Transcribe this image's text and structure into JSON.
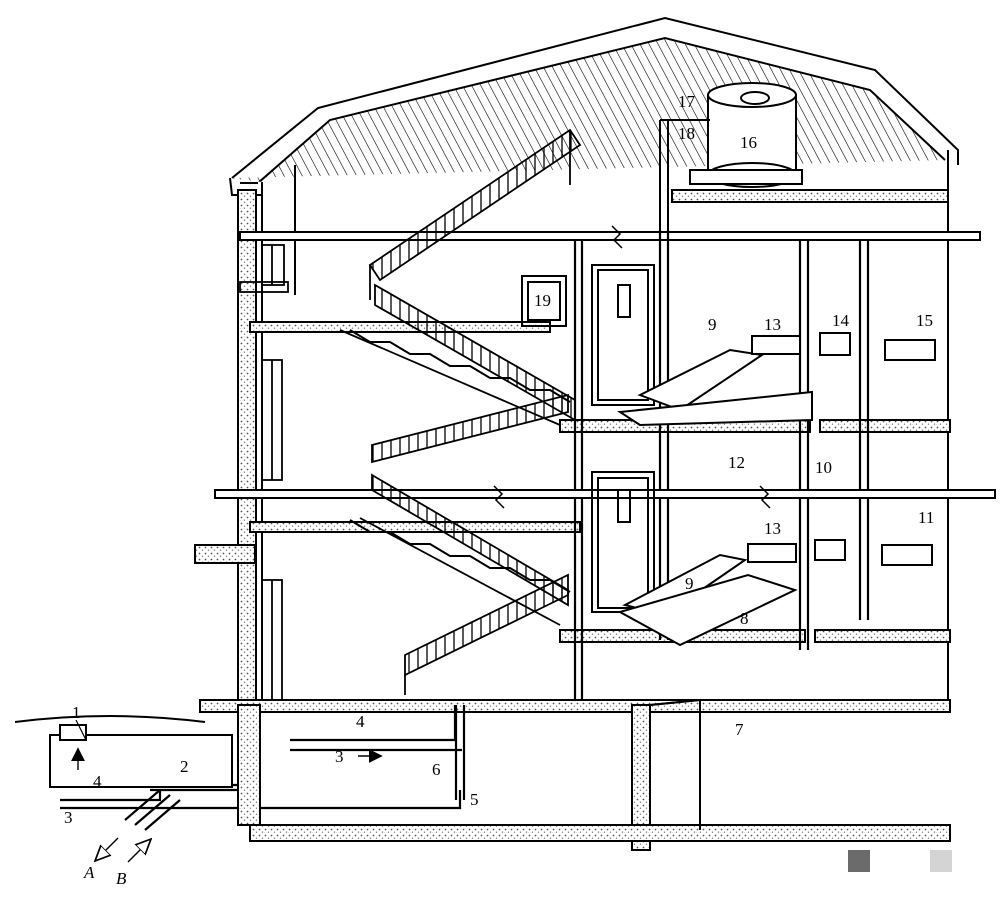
{
  "diagram": {
    "labels": {
      "n1": "1",
      "n2": "2",
      "n3a": "3",
      "n3b": "3",
      "n4a": "4",
      "n4b": "4",
      "n5": "5",
      "n6": "6",
      "n7": "7",
      "n8": "8",
      "n9a": "9",
      "n9b": "9",
      "n10": "10",
      "n11": "11",
      "n12": "12",
      "n13a": "13",
      "n13b": "13",
      "n14": "14",
      "n15": "15",
      "n16": "16",
      "n17": "17",
      "n18": "18",
      "n19": "19",
      "A": "A",
      "B": "B"
    }
  },
  "colors": {
    "line": "#000000",
    "background": "#ffffff",
    "concrete": "#7a7a7a",
    "legend_dark": "#6b6b6b",
    "legend_light": "#d4d4d4"
  }
}
